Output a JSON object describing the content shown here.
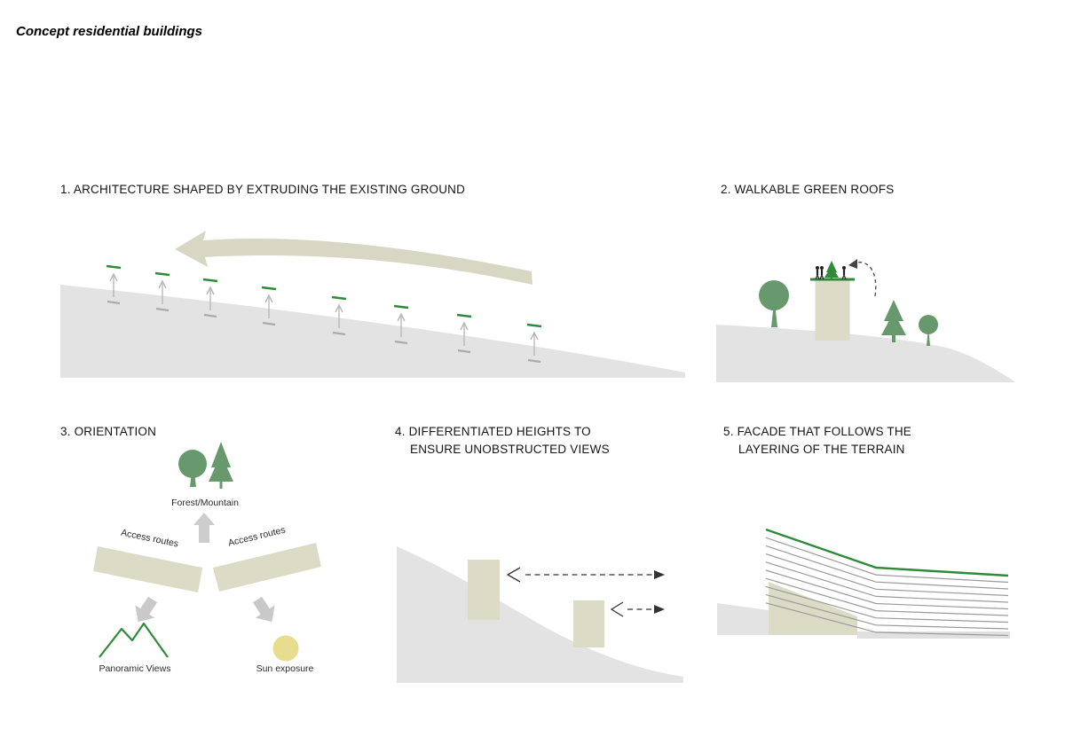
{
  "title": "Concept residential buildings",
  "panels": {
    "p1": {
      "heading": "1. ARCHITECTURE SHAPED BY EXTRUDING THE EXISTING GROUND"
    },
    "p2": {
      "heading": "2. WALKABLE GREEN ROOFS"
    },
    "p3": {
      "heading": "3. ORIENTATION",
      "labels": {
        "forest_mountain": "Forest/Mountain",
        "access_routes_left": "Access routes",
        "access_routes_right": "Access routes",
        "panoramic_views": "Panoramic Views",
        "sun_exposure": "Sun exposure"
      }
    },
    "p4": {
      "heading_line1": "4. DIFFERENTIATED HEIGHTS TO",
      "heading_line2": "ENSURE UNOBSTRUCTED VIEWS"
    },
    "p5": {
      "heading_line1": "5. FACADE THAT FOLLOWS THE",
      "heading_line2": "LAYERING OF THE TERRAIN"
    }
  },
  "colors": {
    "terrain_gray": "#e3e3e3",
    "block_beige": "#dcdbc6",
    "tree_green": "#68996c",
    "accent_green": "#2e8b39",
    "arrow_gray": "#c9c9c9",
    "sun_yellow": "#e8dc8e",
    "layer_line_gray": "#9b9b9b"
  }
}
